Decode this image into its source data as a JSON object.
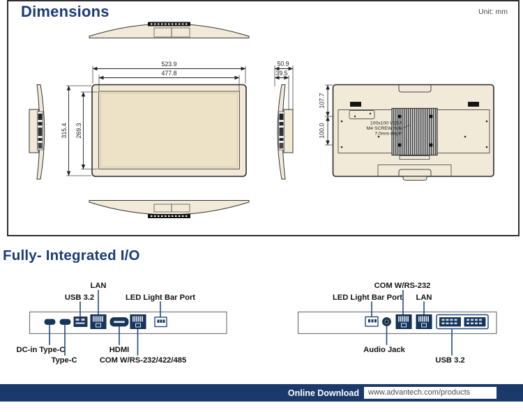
{
  "header": {
    "title": "Dimensions",
    "unit": "Unit: mm"
  },
  "front_view": {
    "dim_outer_w": "523.9",
    "dim_inner_w": "477.8",
    "dim_outer_h": "315.4",
    "dim_inner_h": "269.3"
  },
  "side_view": {
    "dim_depth": "50.9",
    "dim_body": "39.5"
  },
  "rear_view": {
    "dim_top": "107.7",
    "dim_pitch": "100.0",
    "vesa_1": "100x100 VESA",
    "vesa_2": "M4 SCREW hole",
    "vesa_3": "7.0mm depth"
  },
  "io": {
    "title": "Fully- Integrated I/O",
    "left": {
      "lan": "LAN",
      "usb": "USB 3.2",
      "led": "LED Light Bar Port",
      "dcin": "DC-in Type-C",
      "typec": "Type-C",
      "hdmi": "HDMI",
      "com": "COM W/RS-232/422/485"
    },
    "right": {
      "com": "COM W/RS-232",
      "led": "LED Light Bar Port",
      "lan": "LAN",
      "audio": "Audio Jack",
      "usb": "USB 3.2"
    }
  },
  "footer": {
    "label": "Online Download",
    "url": "www.advantech.com/products"
  },
  "colors": {
    "heading_navy": "#1a3b76",
    "leader_navy": "#1e4a82",
    "port_navy": "#17365d",
    "device_beige": "#f2ead8",
    "screen_beige": "#ede1c6",
    "footer_navy": "#1b3a6b"
  }
}
